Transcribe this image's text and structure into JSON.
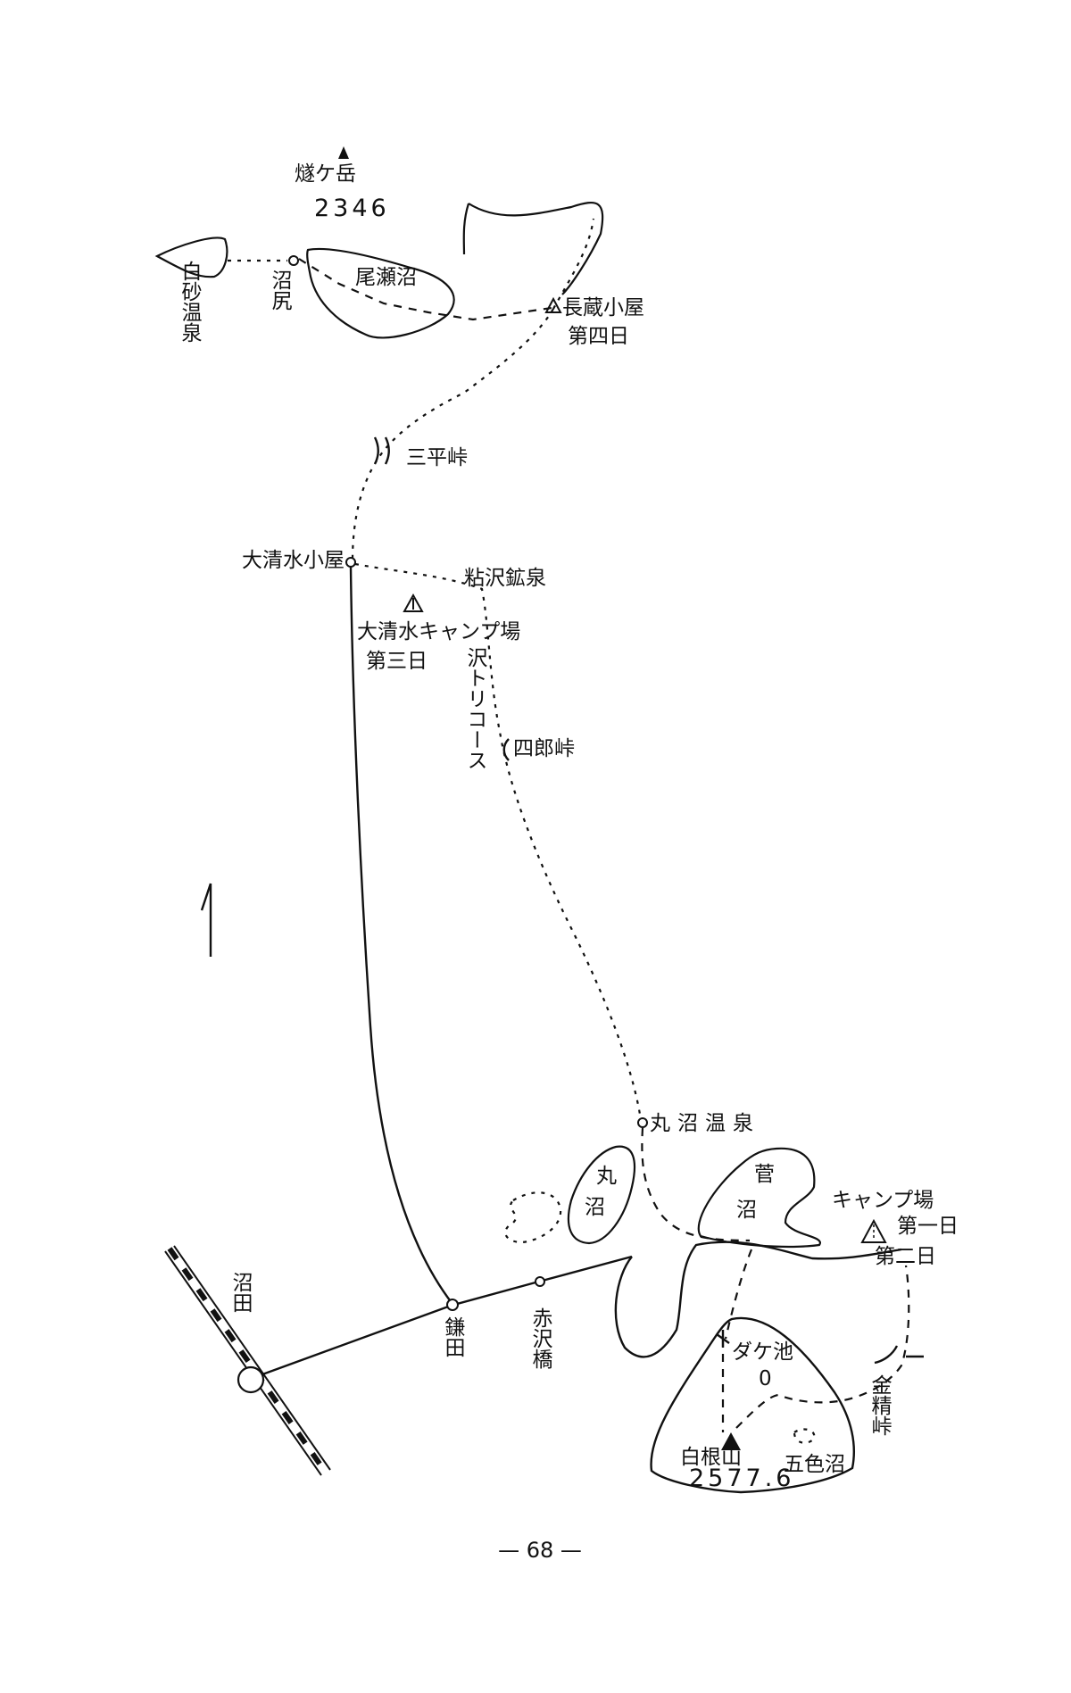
{
  "map": {
    "peaks": {
      "hiuchigatake": {
        "name": "燧ケ岳",
        "elevation": "2346"
      },
      "shiranesan": {
        "name": "白根山",
        "elevation": "2577.6"
      }
    },
    "places": {
      "shirasuna_onsen": "白砂温泉",
      "numajiri": "沼尻",
      "ozenuma": "尾瀬沼",
      "chozo_goya": "長蔵小屋",
      "day4": "第四日",
      "sanpei_toge": "三平峠",
      "oshimizu_goya": "大清水小屋",
      "nebasawa_kosen": "粘沢鉱泉",
      "oshimizu_camp": "大清水キャンプ場",
      "day3": "第三日",
      "sawa_course": "沢トリコース",
      "shiro_toge": "四郎峠",
      "marunuma_onsen": "丸沼温泉",
      "marunuma_1": "丸",
      "marunuma_2": "沼",
      "suganuma_1": "菅",
      "suganuma_2": "沼",
      "camp": "キャンプ場",
      "day1": "第一日",
      "day2": "第二日",
      "dakeike": "ダケ池",
      "dakeike_mark": "0",
      "goshikinuma": "五色沼",
      "konsei_toge": "金精峠",
      "numata": "沼田",
      "kamata": "鎌田",
      "akazawabashi": "赤沢橋"
    }
  },
  "footer": {
    "page_number": "— 68 —"
  }
}
